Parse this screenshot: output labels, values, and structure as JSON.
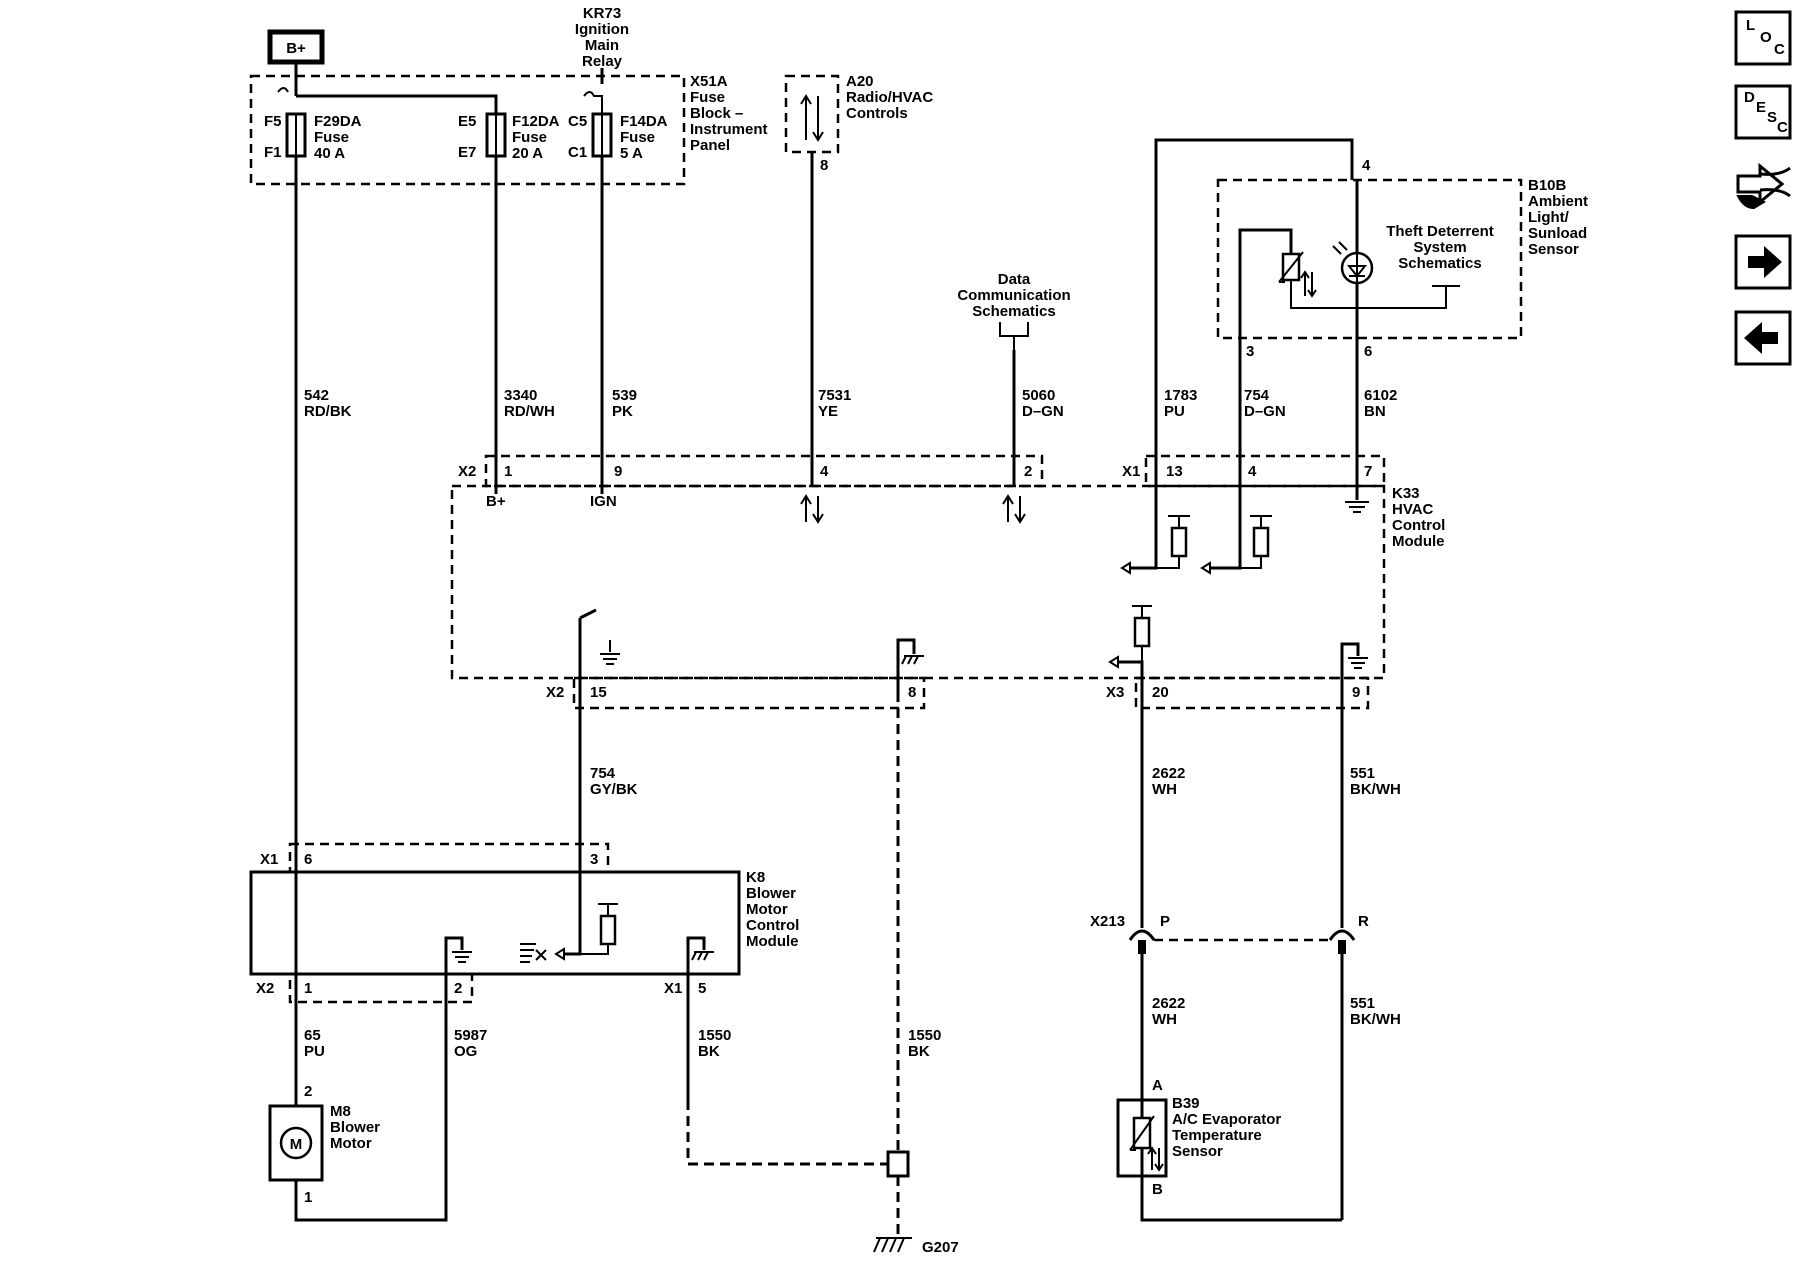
{
  "labels": {
    "b_plus": "B+",
    "kr73": [
      "KR73",
      "Ignition",
      "Main",
      "Relay"
    ],
    "x51a": [
      "X51A",
      "Fuse",
      "Block –",
      "Instrument",
      "Panel"
    ],
    "a20": [
      "A20",
      "Radio/HVAC",
      "Controls"
    ],
    "b10b": [
      "B10B",
      "Ambient",
      "Light/",
      "Sunload",
      "Sensor"
    ],
    "theft": [
      "Theft Deterrent",
      "System",
      "Schematics"
    ],
    "datacomm": [
      "Data",
      "Communication",
      "Schematics"
    ],
    "k33": [
      "K33",
      "HVAC",
      "Control",
      "Module"
    ],
    "k8": [
      "K8",
      "Blower",
      "Motor",
      "Control",
      "Module"
    ],
    "m8": [
      "M8",
      "Blower",
      "Motor"
    ],
    "b39": [
      "B39",
      "A/C Evaporator",
      "Temperature",
      "Sensor"
    ],
    "motor_m": "M",
    "g207": "G207",
    "x213": "X213"
  },
  "fuses": [
    {
      "pin_top": "F5",
      "pin_bottom": "F1",
      "lines": [
        "F29DA",
        "Fuse",
        "40 A"
      ]
    },
    {
      "pin_top": "E5",
      "pin_bottom": "E7",
      "lines": [
        "F12DA",
        "Fuse",
        "20 A"
      ]
    },
    {
      "pin_top": "C5",
      "pin_bottom": "C1",
      "lines": [
        "F14DA",
        "Fuse",
        "5 A"
      ]
    }
  ],
  "wires": [
    {
      "circuit": "542",
      "color": "RD/BK"
    },
    {
      "circuit": "3340",
      "color": "RD/WH"
    },
    {
      "circuit": "539",
      "color": "PK"
    },
    {
      "circuit": "7531",
      "color": "YE"
    },
    {
      "circuit": "5060",
      "color": "D–GN"
    },
    {
      "circuit": "1783",
      "color": "PU"
    },
    {
      "circuit": "754",
      "color": "D–GN"
    },
    {
      "circuit": "6102",
      "color": "BN"
    },
    {
      "circuit": "754",
      "color": "GY/BK"
    },
    {
      "circuit": "2622",
      "color": "WH"
    },
    {
      "circuit": "551",
      "color": "BK/WH"
    },
    {
      "circuit": "65",
      "color": "PU"
    },
    {
      "circuit": "5987",
      "color": "OG"
    },
    {
      "circuit": "1550",
      "color": "BK"
    },
    {
      "circuit": "1550",
      "color": "BK"
    },
    {
      "circuit": "2622",
      "color": "WH"
    },
    {
      "circuit": "551",
      "color": "BK/WH"
    }
  ],
  "connectors": {
    "x2": "X2",
    "x1": "X1",
    "x3": "X3",
    "x1b": "X1",
    "k8_x1": "X1",
    "k8_x2": "X2",
    "k8_x1_low": "X1"
  },
  "pins": {
    "a20_8": "8",
    "b10b_4": "4",
    "b10b_3": "3",
    "b10b_6": "6",
    "k33_x2_1": "1",
    "k33_x2_9": "9",
    "k33_x2_4": "4",
    "k33_x2_2": "2",
    "k33_x1_13": "13",
    "k33_x1_4": "4",
    "k33_x1_7": "7",
    "k33_x2_15": "15",
    "k33_x2_8": "8",
    "k33_x3_20": "20",
    "k33_x3_9": "9",
    "k8_x1_6": "6",
    "k8_x1_3": "3",
    "k8_x2_1": "1",
    "k8_x2_2": "2",
    "k8_x1_5": "5",
    "m8_2": "2",
    "m8_1": "1",
    "b39_a": "A",
    "b39_b": "B",
    "x213_p": "P",
    "x213_r": "R"
  },
  "terminals": {
    "bplus": "B+",
    "ign": "IGN"
  },
  "nav": {
    "loc": [
      "L",
      "O",
      "C"
    ],
    "desc": [
      "D",
      "E",
      "S",
      "C"
    ]
  }
}
